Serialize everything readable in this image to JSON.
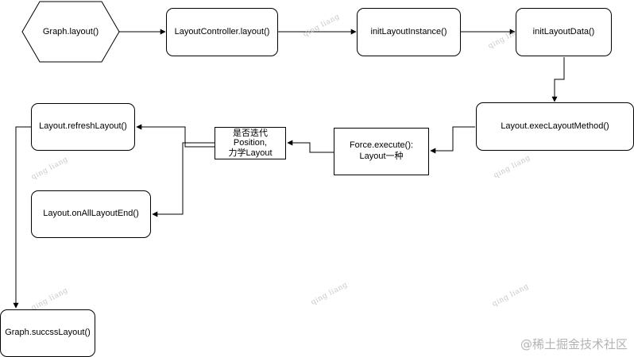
{
  "nodes": {
    "graph_layout": "Graph.layout()",
    "layout_controller_layout": "LayoutController.layout()",
    "init_layout_instance": "initLayoutInstance()",
    "init_layout_data": "initLayoutData()",
    "exec_layout_method": "Layout.execLayoutMethod()",
    "force_execute": "Force.execute():\nLayout一种",
    "iteration_decision": "是否迭代\nPosition,\n力学Layout",
    "refresh_layout": "Layout.refreshLayout()",
    "on_all_layout_end": "Layout.onAllLayoutEnd()",
    "success_layout": "Graph.succssLayout()"
  },
  "watermark": "qing liang",
  "credit": "@稀土掘金技术社区"
}
